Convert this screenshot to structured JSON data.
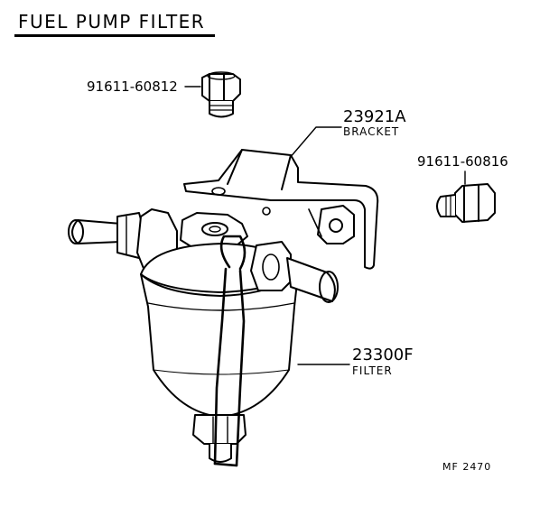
{
  "title": "FUEL PUMP FILTER",
  "parts": {
    "bolt_top": {
      "part_number": "91611-60812"
    },
    "bracket": {
      "part_number": "23921A",
      "description": "BRACKET"
    },
    "bolt_right": {
      "part_number": "91611-60816"
    },
    "filter": {
      "part_number": "23300F",
      "description": "FILTER"
    }
  },
  "drawing_code": "MF  2470"
}
